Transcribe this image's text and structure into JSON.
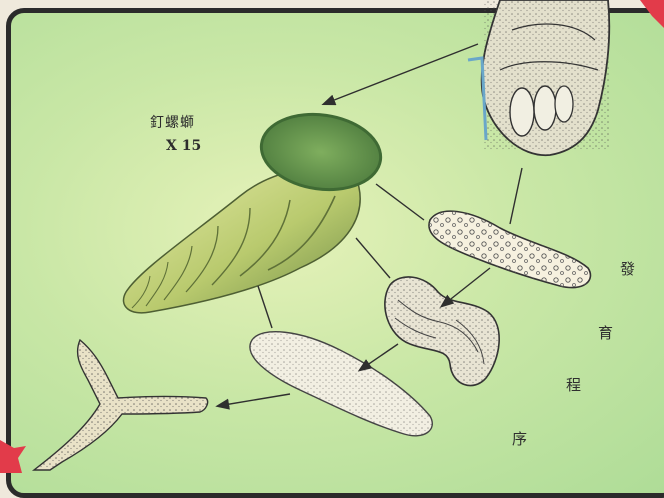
{
  "caption": {
    "name": "釘螺螄",
    "magnification": "X 15"
  },
  "vertical_title": {
    "chars": [
      "發",
      "育",
      "程",
      "序"
    ]
  },
  "colors": {
    "background": "#c9e7a6",
    "shell": "#c9d67a",
    "shell_mouth": "#5f8f4a",
    "frame": "#2b2b2b",
    "corner_marker": "#e23b4a"
  },
  "icons": {
    "top_right": "red-arrow-marker",
    "bottom_left": "red-arrow-marker"
  }
}
